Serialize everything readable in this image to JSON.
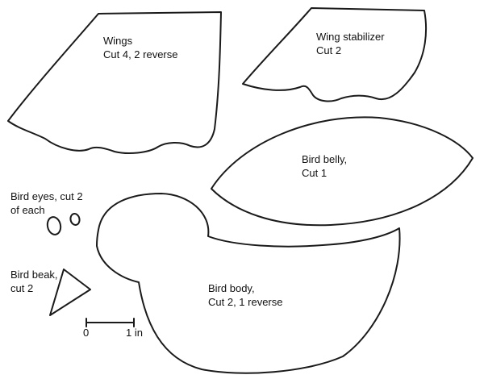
{
  "pieces": {
    "wings": {
      "name": "Wings",
      "instruction": "Cut 4, 2 reverse"
    },
    "wing_stabilizer": {
      "name": "Wing stabilizer",
      "instruction": "Cut 2"
    },
    "bird_belly": {
      "name": "Bird belly,",
      "instruction": "Cut 1"
    },
    "bird_eyes": {
      "line1": "Bird eyes, cut 2",
      "line2": "of each"
    },
    "bird_beak": {
      "line1": "Bird beak,",
      "line2": "cut 2"
    },
    "bird_body": {
      "name": "Bird body,",
      "instruction": "Cut 2, 1 reverse"
    }
  },
  "scale_bar": {
    "start_label": "0",
    "end_label": "1 in"
  },
  "colors": {
    "ink": "#1a1a1a",
    "paper": "#ffffff"
  }
}
